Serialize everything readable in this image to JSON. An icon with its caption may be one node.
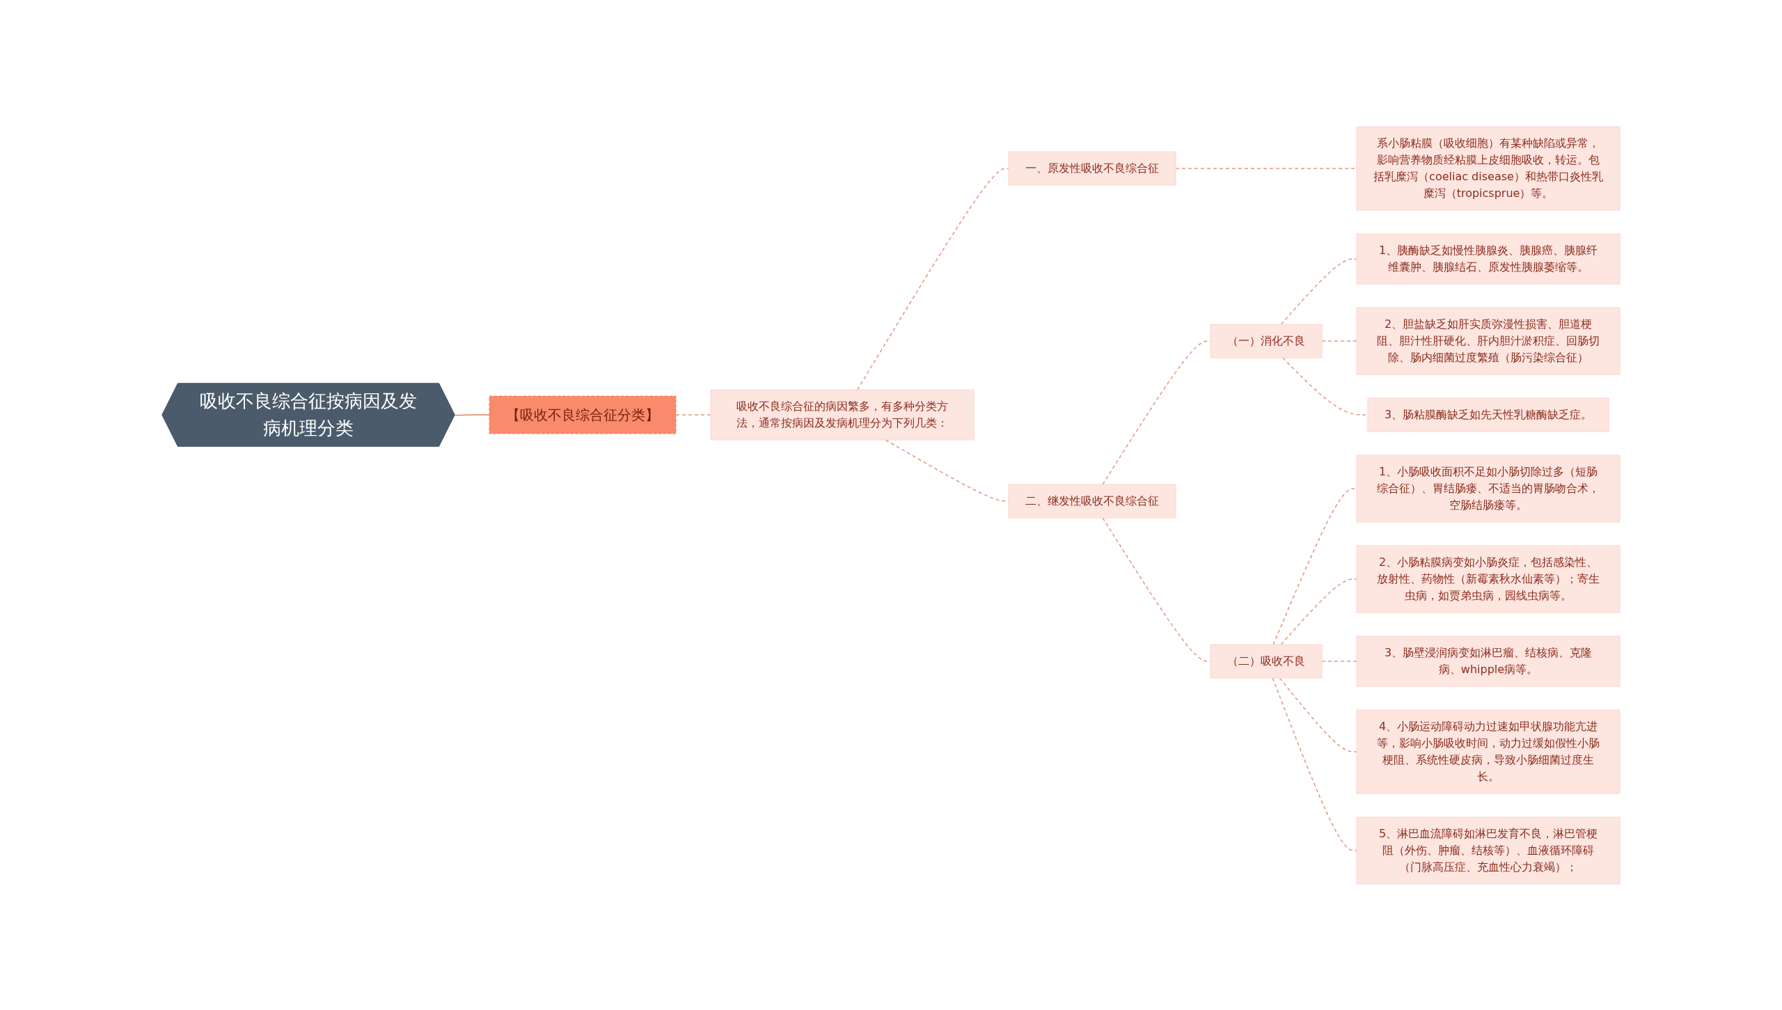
{
  "diagram": {
    "nodes": [
      {
        "text": [
          "吸收不良综合征按病因及发病机理分类"
        ]
      },
      {
        "text": [
          "【吸收不良综合征分类】"
        ]
      },
      {
        "text": [
          "吸收不良综合征的病因繁多，有多种分类方法，通常按病因及发病机理分为下列几类："
        ]
      },
      {
        "text": [
          "一、原发性吸收不良综合征"
        ]
      },
      {
        "text": [
          "系小肠粘膜（吸收细胞）有某种缺陷或异常，影响营养物质经粘膜上皮细胞吸收，转运。包括乳糜泻（coeliac disease）和热带口炎性乳糜泻（tropicsprue）等。"
        ]
      },
      {
        "text": [
          "二、继发性吸收不良综合征"
        ]
      },
      {
        "text": [
          "（一）消化不良"
        ]
      },
      {
        "text": [
          "1、胰酶缺乏如慢性胰腺炎、胰腺癌、胰腺纤维囊肿、胰腺结石、原发性胰腺萎缩等。"
        ]
      },
      {
        "text": [
          "2、胆盐缺乏如肝实质弥漫性损害、胆道梗阻、胆汁性肝硬化、肝内胆汁淤积症、回肠切除、肠内细菌过度繁殖（肠污染综合征）"
        ]
      },
      {
        "text": [
          "3、肠粘膜酶缺乏如先天性乳糖酶缺乏症。"
        ]
      },
      {
        "text": [
          "（二）吸收不良"
        ]
      },
      {
        "text": [
          "1、小肠吸收面积不足如小肠切除过多（短肠综合征）、胃结肠瘘、不适当的胃肠吻合术，空肠结肠瘘等。"
        ]
      },
      {
        "text": [
          "2、小肠粘膜病变如小肠炎症，包括感染性、放射性、药物性（新霉素秋水仙素等）；寄生虫病，如贾弟虫病，园线虫病等。"
        ]
      },
      {
        "text": [
          "3、肠壁浸润病变如淋巴瘤、结核病、克隆病、whipple病等。"
        ]
      },
      {
        "text": [
          "4、小肠运动障碍动力过速如甲状腺功能亢进等，影响小肠吸收时间，动力过缓如假性小肠梗阻、系统性硬皮病，导致小肠细菌过度生长。"
        ]
      },
      {
        "text": [
          "5、淋巴血流障碍如淋巴发育不良，淋巴管梗阻（外伤、肿瘤、结核等）、血液循环障碍（门脉高压症、充血性心力衰竭）；"
        ]
      }
    ],
    "edges": [
      {
        "from": 0,
        "to": 1,
        "arrow": "none",
        "color": "#e8805f"
      },
      {
        "from": 1,
        "to": 2,
        "arrow": "none",
        "style": "dashed"
      },
      {
        "from": 2,
        "to": 3,
        "arrow": "none",
        "style": "dashed"
      },
      {
        "from": 2,
        "to": 5,
        "arrow": "none",
        "style": "dashed"
      },
      {
        "from": 3,
        "to": 4,
        "arrow": "none",
        "style": "dashed"
      },
      {
        "from": 5,
        "to": 6,
        "arrow": "none",
        "style": "dashed"
      },
      {
        "from": 5,
        "to": 10,
        "arrow": "none",
        "style": "dashed"
      },
      {
        "from": 6,
        "to": 7,
        "arrow": "none",
        "style": "dashed"
      },
      {
        "from": 6,
        "to": 8,
        "arrow": "none",
        "style": "dashed"
      },
      {
        "from": 6,
        "to": 9,
        "arrow": "none",
        "style": "dashed"
      },
      {
        "from": 10,
        "to": 11,
        "arrow": "none",
        "style": "dashed"
      },
      {
        "from": 10,
        "to": 12,
        "arrow": "none",
        "style": "dashed"
      },
      {
        "from": 10,
        "to": 13,
        "arrow": "none",
        "style": "dashed"
      },
      {
        "from": 10,
        "to": 14,
        "arrow": "none",
        "style": "dashed"
      },
      {
        "from": 10,
        "to": 15,
        "arrow": "none",
        "style": "dashed"
      }
    ]
  }
}
